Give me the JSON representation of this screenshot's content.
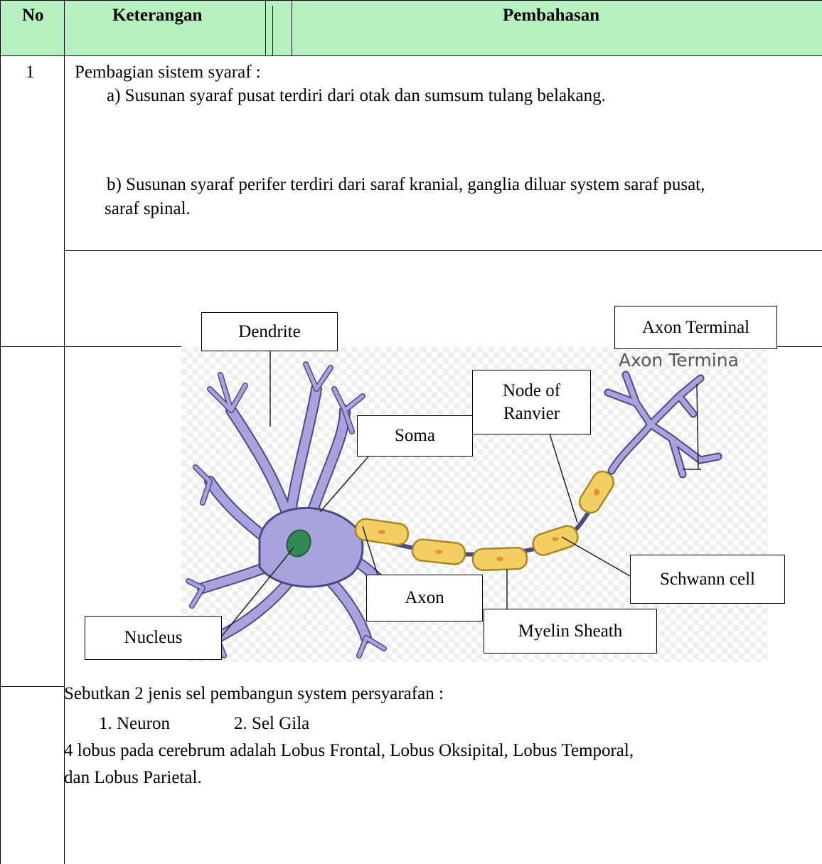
{
  "header": {
    "col_no": "No",
    "col_keterangan": "Keterangan",
    "col_pembahasan": "Pembahasan"
  },
  "row1": {
    "number": "1",
    "intro": "Pembagian sistem syaraf :",
    "item_a": "a)  Susunan syaraf pusat terdiri dari otak dan sumsum tulang belakang.",
    "item_b_line1": "b)  Susunan syaraf perifer terdiri dari saraf kranial, ganglia diluar system saraf pusat,",
    "item_b_line2": "saraf spinal."
  },
  "neuron_diagram": {
    "labels": {
      "dendrite": "Dendrite",
      "axon_terminal": "Axon Terminal",
      "node_of_ranvier_1": "Node of",
      "node_of_ranvier_2": "Ranvier",
      "soma": "Soma",
      "axon": "Axon",
      "schwann_cell": "Schwann cell",
      "myelin_sheath": "Myelin Sheath",
      "nucleus": "Nucleus"
    },
    "embedded_label": "Axon Termina",
    "colors": {
      "cell_fill": "#a9a3dd",
      "cell_stroke": "#4c4a86",
      "myelin_fill": "#f3cf63",
      "myelin_stroke": "#a88724",
      "nucleus_fill": "#2f8a57",
      "checker": "#eeeeee"
    }
  },
  "row3": {
    "question": "Sebutkan 2 jenis sel pembangun system persyarafan :",
    "answer_1": "1.  Neuron",
    "answer_2": "2. Sel Gila",
    "lobus_line1": "4 lobus pada cerebrum adalah Lobus Frontal, Lobus Oksipital, Lobus Temporal,",
    "lobus_line2": "dan Lobus Parietal."
  }
}
